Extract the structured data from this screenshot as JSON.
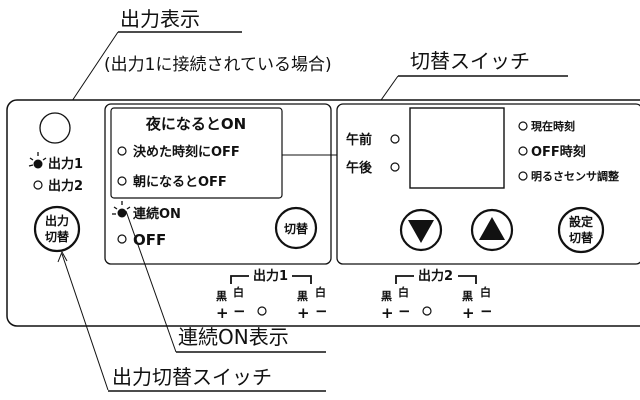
{
  "callouts": {
    "output_display": "出力表示",
    "output_display_note": "(出力1に接続されている場合)",
    "switch_label": "切替スイッチ",
    "continuous_on_display": "連続ON表示",
    "output_switch": "出力切替スイッチ"
  },
  "left_panel": {
    "output1": "出力1",
    "output2": "出力2",
    "output_switch_button_line1": "出力",
    "output_switch_button_line2": "切替"
  },
  "mid_panel": {
    "night_on": "夜になるとON",
    "opt_set_time_off": "決めた時刻にOFF",
    "opt_morning_off": "朝になるとOFF",
    "continuous_on": "連続ON",
    "off": "OFF",
    "switch_button": "切替"
  },
  "right_panel": {
    "am": "午前",
    "pm": "午後",
    "current_time": "現在時刻",
    "off_time": "OFF時刻",
    "brightness_sensor": "明るさセンサ調整",
    "down_button_icon": "down-triangle-icon",
    "up_button_icon": "up-triangle-icon",
    "setting_button_line1": "設定",
    "setting_button_line2": "切替"
  },
  "terminals": {
    "out1_label": "出力1",
    "out2_label": "出力2",
    "black": "黒",
    "white": "白",
    "plus": "+",
    "minus": "−"
  }
}
